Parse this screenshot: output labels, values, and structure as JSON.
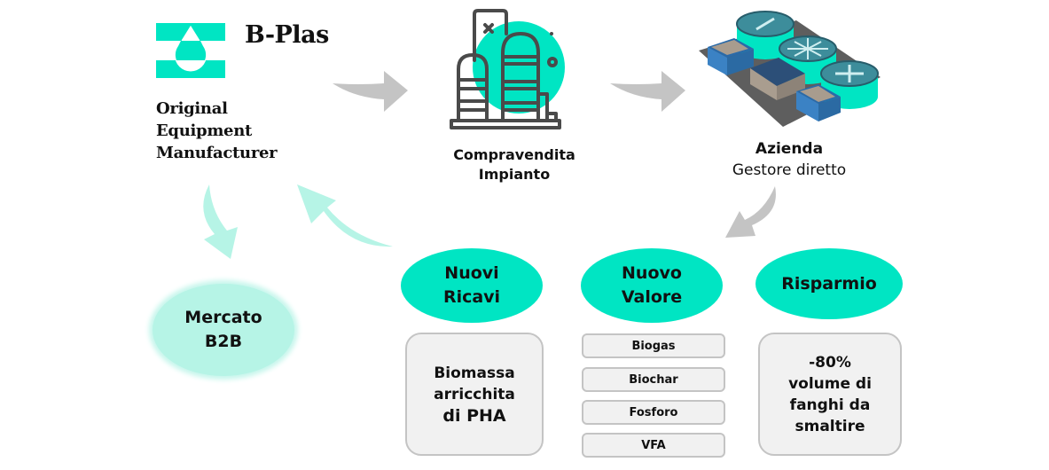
{
  "colors": {
    "teal": "#00e5c3",
    "mint": "#b6f4e6",
    "gray_arrow": "#c4c4c4",
    "card_bg": "#f1f1f1",
    "card_border": "#c4c4c4"
  },
  "oem": {
    "brand": "B-Plas",
    "logo_icon": "b-plas-drop-logo",
    "lines": [
      "Original",
      "Equipment",
      "Manufacturer"
    ]
  },
  "plant": {
    "icon": "industrial-plant-icon",
    "lines": [
      "Compravendita",
      "Impianto"
    ]
  },
  "company": {
    "icon": "treatment-facility-icon",
    "title": "Azienda",
    "subtitle": "Gestore diretto"
  },
  "market": {
    "lines": [
      "Mercato",
      "B2B"
    ]
  },
  "benefits": [
    {
      "title_lines": [
        "Nuovi",
        "Ricavi"
      ],
      "detail_lines": [
        "Biomassa",
        "arricchita",
        "di PHA"
      ]
    },
    {
      "title_lines": [
        "Nuovo",
        "Valore"
      ],
      "items": [
        "Biogas",
        "Biochar",
        "Fosforo",
        "VFA"
      ]
    },
    {
      "title_lines": [
        "Risparmio"
      ],
      "detail_lines": [
        "-80%",
        "volume di",
        "fanghi da",
        "smaltire"
      ]
    }
  ],
  "arrows": [
    {
      "from": "oem",
      "to": "plant",
      "color": "gray"
    },
    {
      "from": "plant",
      "to": "company",
      "color": "gray"
    },
    {
      "from": "company",
      "to": "benefits",
      "color": "gray"
    },
    {
      "from": "oem",
      "to": "market",
      "color": "mint"
    },
    {
      "from": "benefits",
      "to": "oem",
      "color": "mint"
    }
  ]
}
